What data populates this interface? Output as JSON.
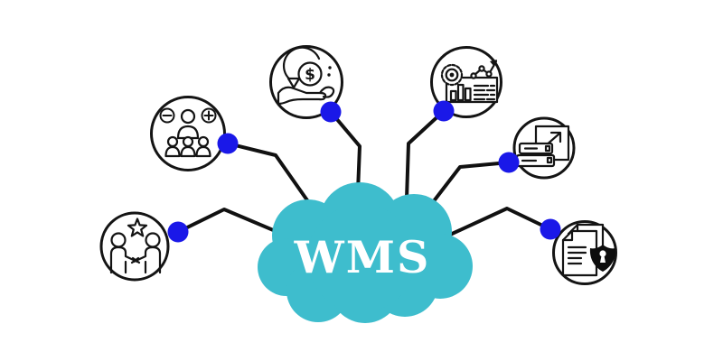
{
  "diagram": {
    "title": "WMS",
    "type": "cloud-hub-with-spoke-icons",
    "node_count": 6
  },
  "colors": {
    "background": "#ffffff",
    "cloud": "#3ebdcd",
    "cloud_text": "#ffffff",
    "connector": "#111111",
    "dot": "#1a18e8",
    "icon_stroke": "#141414",
    "icon_fill": "#ffffff",
    "shield": "#0d0d0d"
  },
  "glyphs": {
    "dollar": "$"
  },
  "nodes": [
    {
      "id": "team-management",
      "icon": "team-add-remove-icon",
      "description": "group of people with plus and minus badges"
    },
    {
      "id": "cost-savings",
      "icon": "hand-dollar-return-icon",
      "description": "hand holding dollar coin with circular arrow"
    },
    {
      "id": "analytics",
      "icon": "dashboard-chart-icon",
      "description": "board with target, bar chart and rising line"
    },
    {
      "id": "scalability",
      "icon": "storage-expand-icon",
      "description": "stacked boxes with expand arrow square"
    },
    {
      "id": "document-security",
      "icon": "secure-documents-icon",
      "description": "documents with black shield and keyhole"
    },
    {
      "id": "partnership",
      "icon": "handshake-star-icon",
      "description": "two people shaking hands under a star"
    }
  ]
}
